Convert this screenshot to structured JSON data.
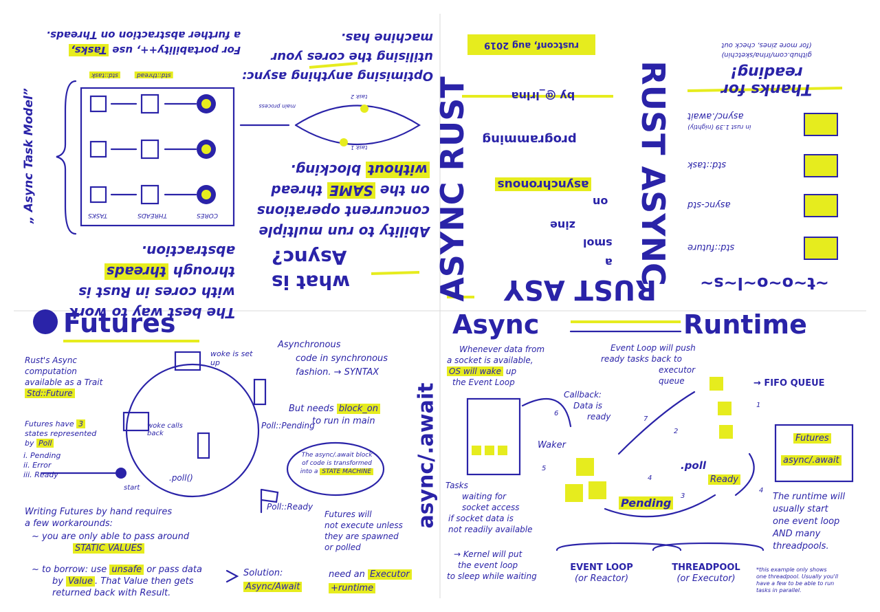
{
  "colors": {
    "ink": "#2a23a8",
    "highlight": "#e6ec1e",
    "paper": "#ffffff"
  },
  "top_left": {
    "portability_1": "For portability++, use",
    "tasks_word": "Tasks,",
    "portability_2": "a further abstraction on Threads.",
    "model_title": "„ Async Task Model”",
    "std_task": "std::task",
    "std_thread": "std::thread",
    "col_tasks": "TASKS",
    "col_threads": "THREADS",
    "col_cores": "CORES",
    "best_way_1": "The best way to work",
    "best_way_2": "with cores in Rust is",
    "best_way_3a": "through",
    "threads_word": "threads",
    "best_way_3b": "abstraction."
  },
  "top_middle": {
    "optimising_1": "Optimising anything async:",
    "optimising_2": "utilising the cores your",
    "optimising_3": "machine has.",
    "task_1": "task 1",
    "task_2": "task 2",
    "main_process": "main process",
    "ability_1": "Ability to run multiple",
    "ability_2": "concurrent operations",
    "ability_3a": "on the",
    "same_word": "SAME",
    "ability_3b": "thread",
    "without_word": "without",
    "ability_4": "blocking.",
    "what_is": "what is",
    "async_q": "Async?"
  },
  "cover": {
    "date": "rustconf, aug 2019",
    "async_rust": "ASYNC RUST",
    "rust_async": "RUST ASYNC",
    "rust_asy": "RUST ASY",
    "by": "by @_lrlna",
    "programming": "programming",
    "asynchronous": "asynchronous",
    "on": "on",
    "zine": "zine",
    "smol": "smol",
    "a": "a"
  },
  "top_right": {
    "more_zines": "(for more zines, check out",
    "github": "github.com/lrlna/sketchin)",
    "thanks": "Thanks for reading!",
    "tools": "~t~o~o~l~s~",
    "tool_items": [
      {
        "label": "async/.await",
        "note": "in rust 1.39 (nightly)"
      },
      {
        "label": "std::task",
        "note": ""
      },
      {
        "label": "async-std",
        "note": ""
      },
      {
        "label": "std::future",
        "note": ""
      }
    ]
  },
  "futures": {
    "title": "Futures",
    "intro_1": "Rust's Async",
    "intro_2": "computation",
    "intro_3": "available as a Trait",
    "std_future": "Std::Future",
    "states_1": "Futures have",
    "states_count": "3",
    "states_2": "states represented",
    "states_3": "by",
    "poll_word": "Poll",
    "state_list": [
      "i. Pending",
      "ii. Error",
      "iii. Ready"
    ],
    "woke_set_up": "woke is set up",
    "woke_calls_back": "woke calls back",
    "start": "start",
    "poll_call": ".poll()",
    "poll_pending": "Poll::Pending",
    "poll_ready": "Poll::Ready",
    "writing_1": "Writing Futures by hand requires",
    "writing_2": "a few workarounds:",
    "workaround_1": "~ you are only able to pass around",
    "static_values": "STATIC VALUES",
    "workaround_2a": "~ to borrow: use",
    "unsafe_word": "unsafe",
    "workaround_2b": "or pass data",
    "workaround_3a": "by",
    "value_word": "Value",
    "workaround_3b": ". That Value then gets",
    "workaround_4": "returned back with Result.",
    "solution": "Solution:",
    "async_await": "Async/Await"
  },
  "async_await": {
    "vertical_title": "async/.await",
    "sync_1": "Asynchronous",
    "sync_2": "code in synchronous",
    "sync_3": "fashion. → SYNTAX",
    "needs_1": "But needs",
    "block_on": "block_on",
    "needs_2": "to run in main",
    "state_machine_1": "The async/.await block",
    "state_machine_2": "of code is transformed",
    "state_machine_3": "into a",
    "state_word": "STATE MACHINE",
    "not_exec_1": "Futures will",
    "not_exec_2": "not execute unless",
    "not_exec_3": "they are spawned",
    "not_exec_4": "or polled",
    "need_exec": "need an",
    "executor_word": "Executor",
    "runtime_word": "+runtime"
  },
  "runtime": {
    "title_async": "Async",
    "title_runtime": "Runtime",
    "os_1": "Whenever data from",
    "os_2": "a socket is available,",
    "os_will_wake": "OS will wake",
    "os_3": "up",
    "os_4": "the Event Loop",
    "callback": "Callback:",
    "data_ready_1": "Data is",
    "data_ready_2": "ready",
    "event_loop_push_1": "Event Loop will push",
    "event_loop_push_2": "ready tasks back to",
    "event_loop_push_3": "executor",
    "event_loop_push_4": "queue",
    "fifo": "→ FIFO QUEUE",
    "waker": "Waker",
    "poll": ".poll",
    "ready": "Ready",
    "pending": "Pending",
    "futures_box": "Futures",
    "async_await_box": "async/.await",
    "tasks_1": "Tasks",
    "tasks_2": "waiting for",
    "tasks_3": "socket access",
    "tasks_4": "if socket data is",
    "tasks_5": "not readily available",
    "kernel_1": "→ Kernel will put",
    "kernel_2": "the event loop",
    "kernel_3": "to sleep while waiting",
    "event_loop_label": "EVENT LOOP",
    "event_loop_sub": "(or Reactor)",
    "threadpool_label": "THREADPOOL",
    "threadpool_sub": "(or Executor)",
    "runtime_will_1": "The runtime will",
    "runtime_will_2": "usually start",
    "one_word": "one",
    "runtime_will_3": "event loop",
    "and_many": "AND many",
    "threadpools": "threadpools.",
    "note_1": "*this example only shows",
    "note_2": "one threadpool. Usually you'll",
    "note_3": "have a few to be able to run",
    "note_4": "tasks in parallel.",
    "steps": [
      "1",
      "2",
      "3",
      "4",
      "4",
      "5",
      "6",
      "7"
    ]
  }
}
